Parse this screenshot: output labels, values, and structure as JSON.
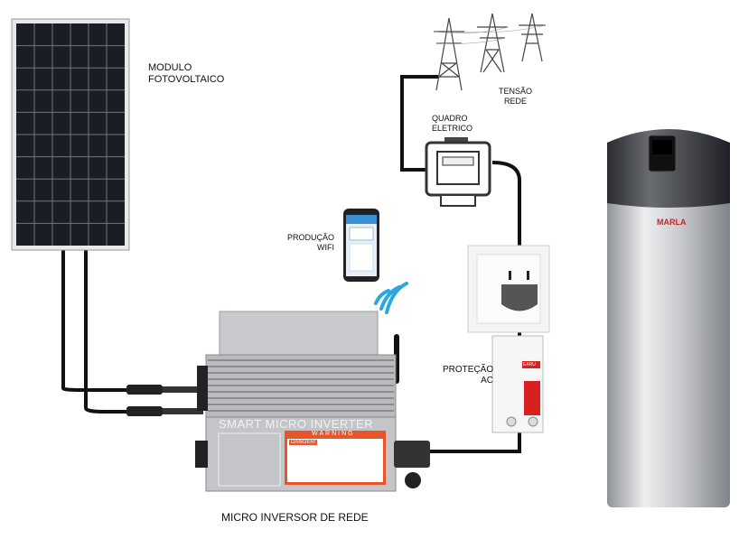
{
  "labels": {
    "panel": [
      "MODULO",
      "FOTOVOLTAICO"
    ],
    "grid": [
      "TENSÃO",
      "REDE"
    ],
    "meter": [
      "QUADRO",
      "ELETRICO"
    ],
    "wifi": [
      "PRODUÇÃO",
      "WIFI"
    ],
    "protection": [
      "PROTEÇÃO",
      "AC"
    ],
    "inverter": "MICRO INVERSOR DE REDE"
  },
  "inverter": {
    "brand_text": "SMART MICRO  INVERTER",
    "warning": "WARNING",
    "danger": "DANGER!"
  },
  "breaker": {
    "brand": "EARU"
  },
  "heater": {
    "brand": "MARLA"
  },
  "colors": {
    "cable": "#111111",
    "wifi": "#2aa7e0",
    "warning": "#e8552a",
    "heater_brand": "#c0272d"
  }
}
